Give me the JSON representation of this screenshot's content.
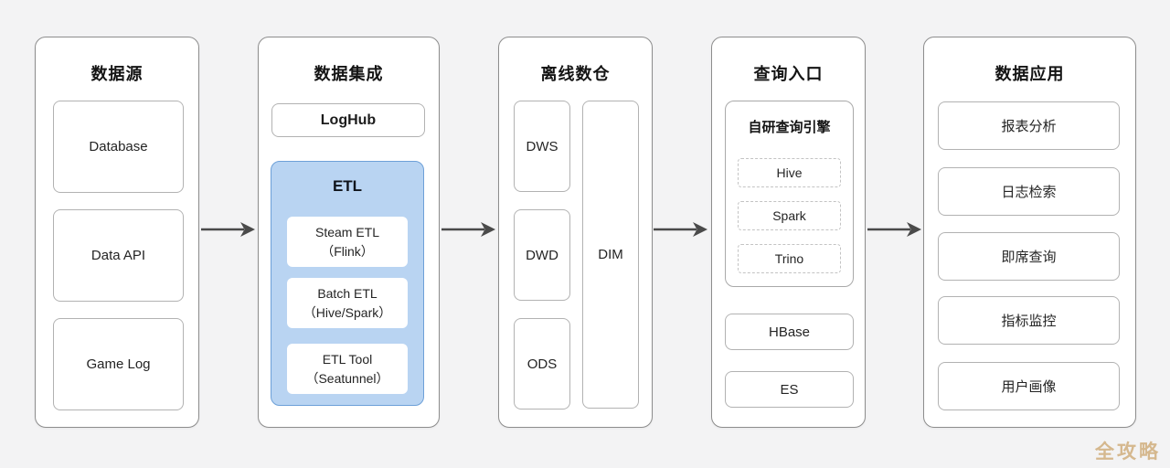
{
  "datasource": {
    "title": "数据源",
    "items": [
      "Database",
      "Data API",
      "Game Log"
    ]
  },
  "integration": {
    "title": "数据集成",
    "loghub": "LogHub",
    "etl_title": "ETL",
    "etl_items": [
      {
        "line1": "Steam ETL",
        "line2": "（Flink）"
      },
      {
        "line1": "Batch ETL",
        "line2": "（Hive/Spark）"
      },
      {
        "line1": "ETL Tool",
        "line2": "（Seatunnel）"
      }
    ]
  },
  "warehouse": {
    "title": "离线数仓",
    "layers": [
      "DWS",
      "DWD",
      "ODS"
    ],
    "dim": "DIM"
  },
  "query": {
    "title": "查询入口",
    "engine_title": "自研查询引擎",
    "engines": [
      "Hive",
      "Spark",
      "Trino"
    ],
    "stores": [
      "HBase",
      "ES"
    ]
  },
  "application": {
    "title": "数据应用",
    "items": [
      "报表分析",
      "日志检索",
      "即席查询",
      "指标监控",
      "用户画像"
    ]
  },
  "watermark": "全攻略",
  "colors": {
    "etl_fill": "#b9d4f2",
    "etl_border": "#6da0d8",
    "arrow": "#4a4a4a",
    "watermark": "#d2b283",
    "panel_border": "#8d8d8d"
  }
}
